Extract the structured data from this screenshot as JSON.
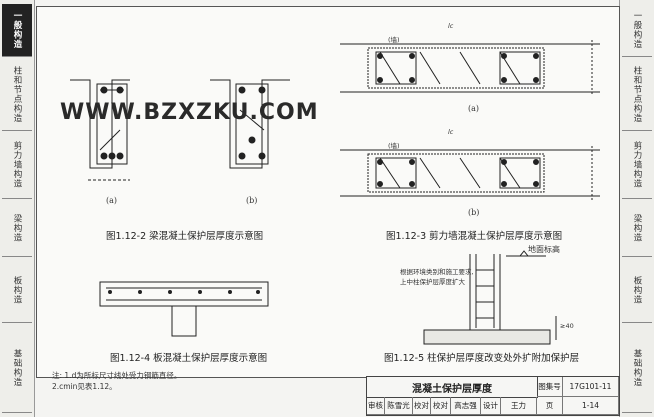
{
  "left_tabs": [
    {
      "label": "一般构造",
      "active": true
    },
    {
      "label": "柱和节点构造",
      "active": false
    },
    {
      "label": "剪力墙构造",
      "active": false
    },
    {
      "label": "梁构造",
      "active": false
    },
    {
      "label": "板构造",
      "active": false
    },
    {
      "label": "基础构造",
      "active": false
    }
  ],
  "right_tabs": [
    {
      "label": "一般构造",
      "active": false
    },
    {
      "label": "柱和节点构造",
      "active": false
    },
    {
      "label": "剪力墙构造",
      "active": false
    },
    {
      "label": "梁构造",
      "active": false
    },
    {
      "label": "板构造",
      "active": false
    },
    {
      "label": "基础构造",
      "active": false
    }
  ],
  "watermark": "WWW.BZXZKU.COM",
  "figures": {
    "fig1": {
      "caption": "图1.12-2  梁混凝土保护层厚度示意图",
      "a": "(a)",
      "b": "(b)"
    },
    "fig2": {
      "caption": "图1.12-3  剪力墙混凝土保护层厚度示意图",
      "a": "(a)",
      "b": "(b)",
      "lc": "lc",
      "wall": "(墙)"
    },
    "fig3": {
      "caption": "图1.12-4  板混凝土保护层厚度示意图"
    },
    "fig4": {
      "caption": "图1.12-5  柱保护层厚度改变处外扩附加保护层",
      "note_lines": [
        "根据环境类别和施工要求,",
        "上中柱保护层厚度扩大"
      ],
      "ground": "地面标高",
      "dim": "≥40"
    }
  },
  "notes": [
    "注: 1.d为所标尺寸线处受力钢筋直径。",
    "2.cmin见表1.12。"
  ],
  "title_block": {
    "title": "混凝土保护层厚度",
    "atlas_label": "图集号",
    "atlas_no": "17G101-11",
    "row": [
      "审核",
      "陈雪光",
      "校对",
      "校对",
      "高志强",
      "设计",
      "王力"
    ],
    "page_label": "页",
    "page_no": "1-14"
  }
}
